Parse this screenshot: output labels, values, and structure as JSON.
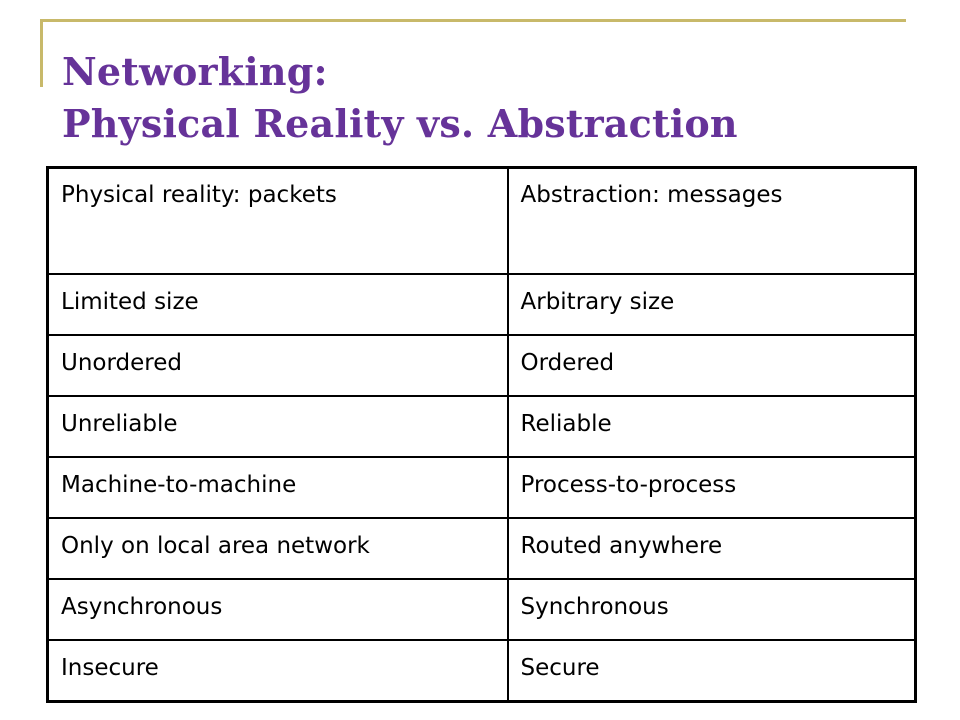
{
  "slide": {
    "title_line1": "Networking:",
    "title_line2": "Physical Reality vs. Abstraction",
    "title_color": "#663399",
    "accent_color": "#c8b96a"
  },
  "table": {
    "header": [
      "Physical reality:  packets",
      "Abstraction: messages"
    ],
    "rows": [
      [
        "Limited size",
        "Arbitrary size"
      ],
      [
        "Unordered",
        "Ordered"
      ],
      [
        "Unreliable",
        "Reliable"
      ],
      [
        "Machine-to-machine",
        "Process-to-process"
      ],
      [
        "Only on local area network",
        "Routed anywhere"
      ],
      [
        "Asynchronous",
        "Synchronous"
      ],
      [
        "Insecure",
        "Secure"
      ]
    ]
  }
}
